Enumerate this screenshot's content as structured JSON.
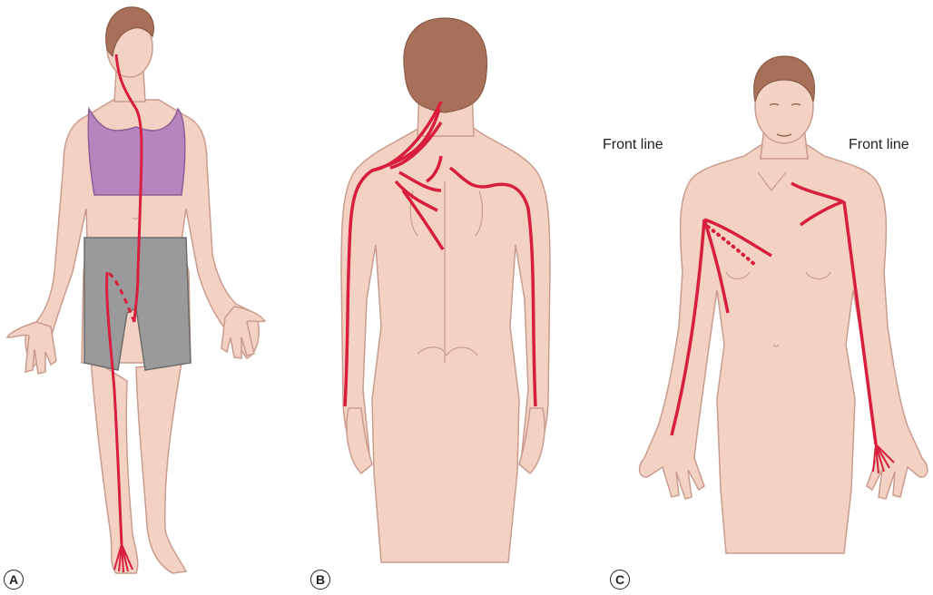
{
  "figure": {
    "panels": [
      {
        "letter": "A",
        "view": "front full body with line from head to foot"
      },
      {
        "letter": "B",
        "view": "back view with lines over shoulders and arms"
      },
      {
        "letter": "C",
        "view": "front upper body with lines over chest and arms"
      }
    ],
    "labels": {
      "front_line_left": "Front line",
      "front_line_right": "Front line"
    },
    "colors": {
      "skin": "#f3d1c3",
      "skin_stroke": "#c99c8e",
      "hair": "#a87058",
      "hair_dark": "#8a5a44",
      "line": "#d81e3c",
      "bra": "#b785be",
      "shorts": "#9a9a9a",
      "background": "#ffffff"
    }
  }
}
